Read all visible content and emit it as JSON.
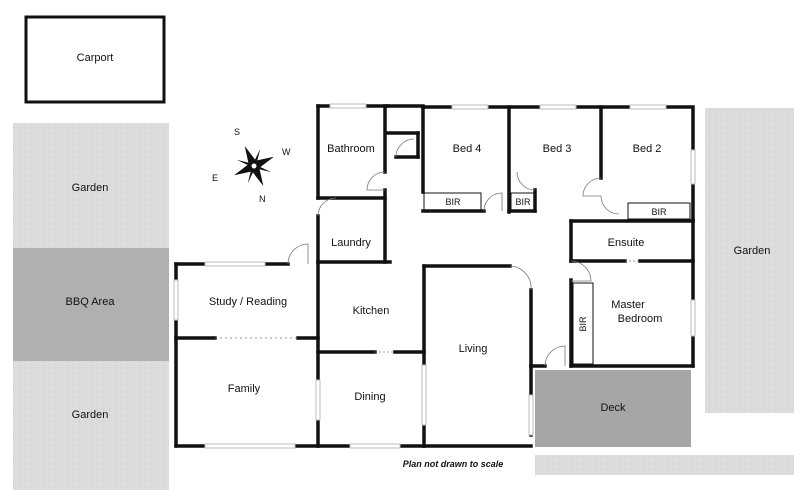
{
  "rooms": {
    "carport": "Carport",
    "garden_top": "Garden",
    "bbq_area": "BBQ Area",
    "garden_bottom": "Garden",
    "garden_right": "Garden",
    "bathroom": "Bathroom",
    "bed4": "Bed 4",
    "bed3": "Bed 3",
    "bed2": "Bed 2",
    "bir_bed4": "BIR",
    "bir_bed3": "BIR",
    "bir_bed2": "BIR",
    "bir_master": "BIR",
    "laundry": "Laundry",
    "ensuite": "Ensuite",
    "study": "Study / Reading",
    "kitchen": "Kitchen",
    "master_line1": "Master",
    "master_line2": "Bedroom",
    "living": "Living",
    "family": "Family",
    "dining": "Dining",
    "deck": "Deck"
  },
  "compass": {
    "n": "N",
    "s": "S",
    "e": "E",
    "w": "W"
  },
  "note": "Plan not drawn to scale",
  "colors": {
    "garden": "#dcdcdc",
    "bbq": "#b0b0b0",
    "deck": "#a6a6a6",
    "wall": "#111111"
  }
}
